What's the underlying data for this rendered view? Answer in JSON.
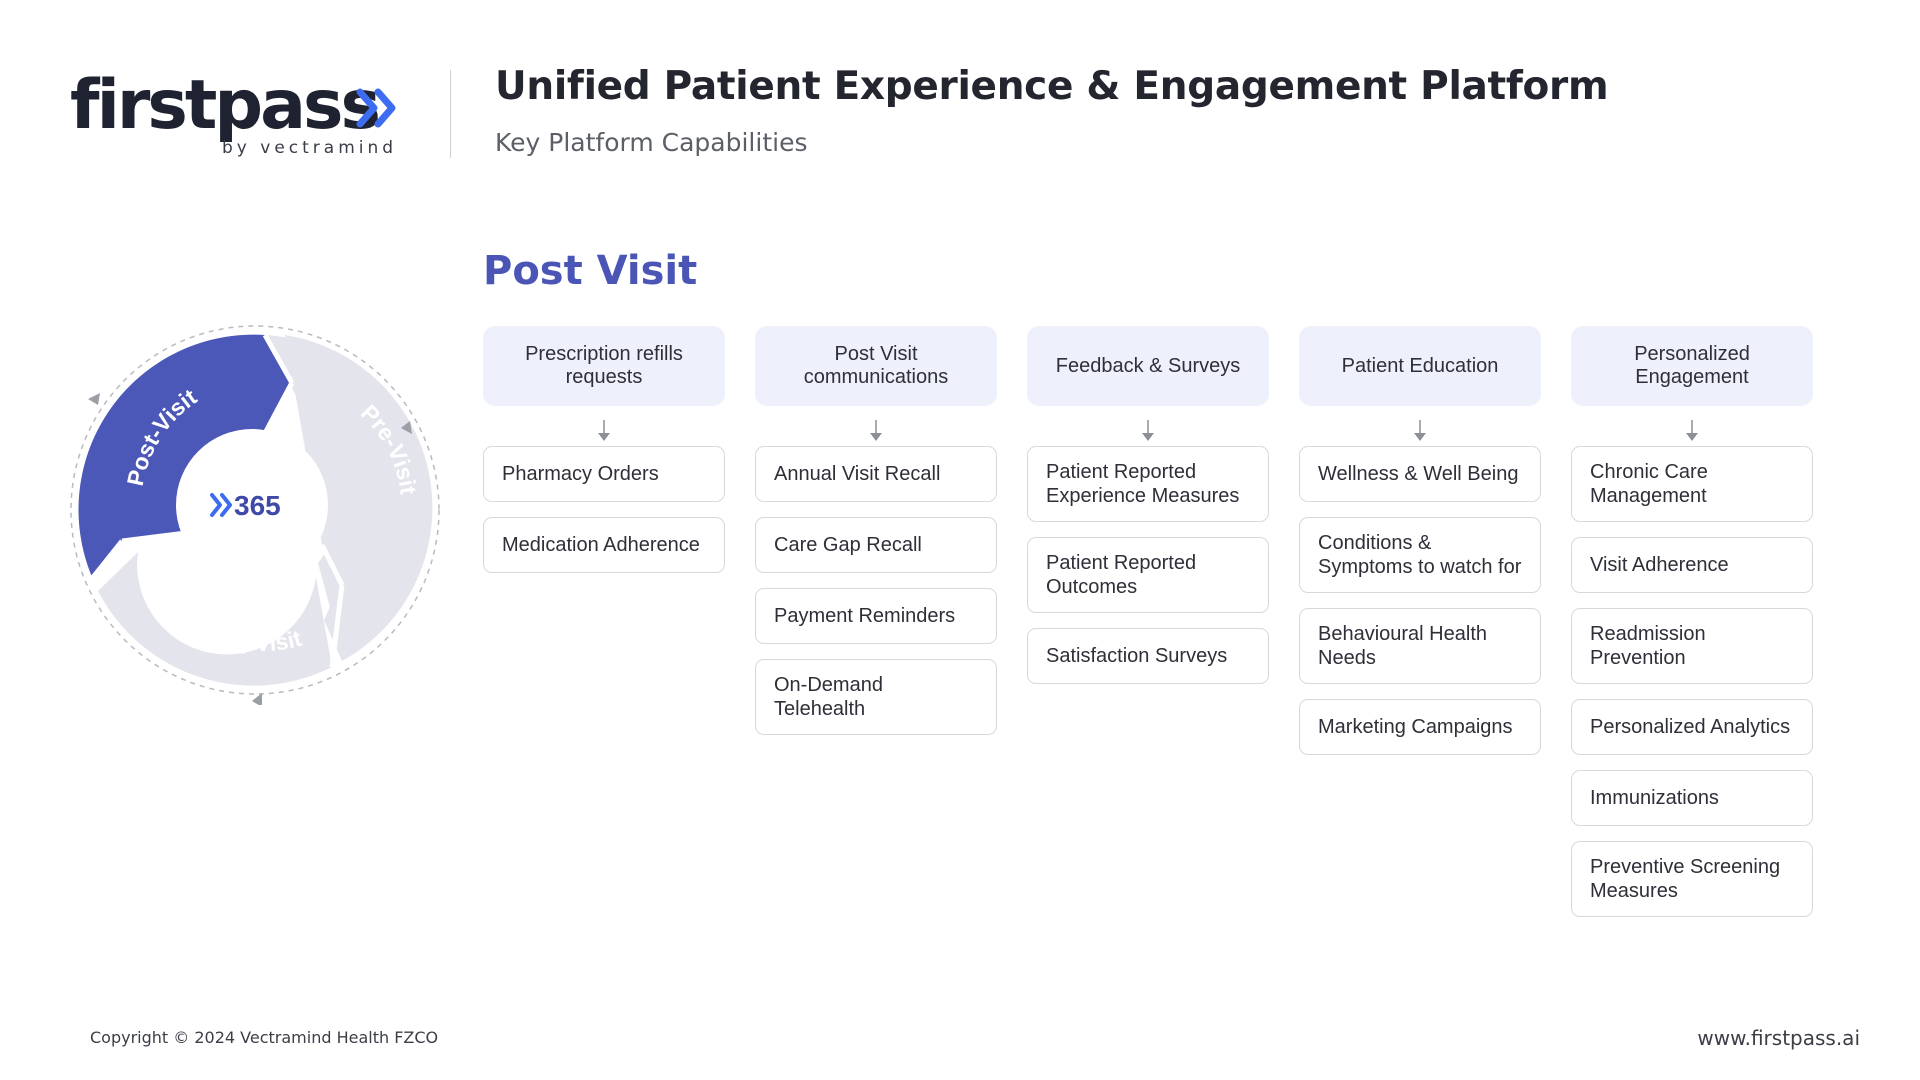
{
  "header": {
    "logo_word": "firstpass",
    "logo_by": "by vectramind",
    "title": "Unified Patient Experience & Engagement Platform",
    "subtitle": "Key Platform Capabilities"
  },
  "section": {
    "title": "Post Visit"
  },
  "cycle": {
    "center_label": "365",
    "segments": [
      "Post-Visit",
      "Pre-Visit",
      "During Visit"
    ],
    "active_segment": "Post-Visit",
    "active_color": "#4b58b8",
    "inactive_color": "#e4e4ec"
  },
  "columns": [
    {
      "header": "Prescription refills requests",
      "items": [
        "Pharmacy Orders",
        "Medication Adherence"
      ]
    },
    {
      "header": "Post Visit communications",
      "items": [
        "Annual Visit Recall",
        "Care Gap Recall",
        "Payment Reminders",
        "On-Demand Telehealth"
      ]
    },
    {
      "header": "Feedback & Surveys",
      "items": [
        "Patient Reported Experience Measures",
        "Patient Reported Outcomes",
        "Satisfaction Surveys"
      ]
    },
    {
      "header": "Patient Education",
      "items": [
        "Wellness & Well Being",
        "Conditions & Symptoms to watch for",
        "Behavioural Health Needs",
        "Marketing Campaigns"
      ]
    },
    {
      "header": "Personalized Engagement",
      "items": [
        "Chronic Care Management",
        "Visit Adherence",
        "Readmission Prevention",
        "Personalized Analytics",
        "Immunizations",
        "Preventive Screening Measures"
      ]
    }
  ],
  "footer": {
    "copyright": "Copyright © 2024 Vectramind Health FZCO",
    "website": "www.firstpass.ai"
  },
  "colors": {
    "accent": "#4a55b5",
    "chevron": "#3d6cf0",
    "header_bg": "#eef0fc"
  }
}
